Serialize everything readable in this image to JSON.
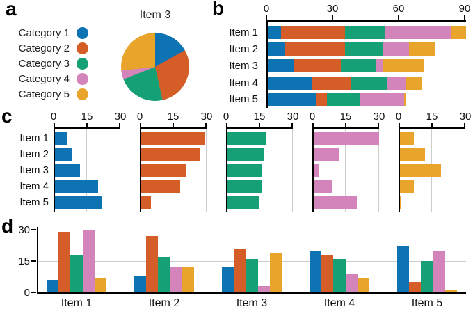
{
  "panels": {
    "a": "a",
    "b": "b",
    "c": "c",
    "d": "d"
  },
  "colors": {
    "category1": "#0e73b2",
    "category2": "#d55e28",
    "category3": "#16a075",
    "category4": "#d384bb",
    "category5": "#e9a52b",
    "axis": "#000000",
    "grid": "#cccccc"
  },
  "legend": {
    "labels": [
      "Category 1",
      "Category 2",
      "Category 3",
      "Category 4",
      "Category 5"
    ],
    "colors": [
      "#0e73b2",
      "#d55e28",
      "#16a075",
      "#d384bb",
      "#e9a52b"
    ]
  },
  "pie": {
    "title": "Item 3"
  },
  "chart_data": [
    {
      "type": "pie",
      "panel": "a",
      "title": "Item 3",
      "labels": [
        "Category 1",
        "Category 2",
        "Category 3",
        "Category 4",
        "Category 5"
      ],
      "values": [
        12,
        21,
        16,
        3,
        19
      ],
      "colors": [
        "#0e73b2",
        "#d55e28",
        "#16a075",
        "#d384bb",
        "#e9a52b"
      ],
      "start_angle": "top",
      "direction": "clockwise",
      "legend_position": "left"
    },
    {
      "type": "bar",
      "subtype": "horizontal-stacked",
      "panel": "b",
      "categories": [
        "Item 1",
        "Item 2",
        "Item 3",
        "Item 4",
        "Item 5"
      ],
      "series": [
        {
          "name": "Category 1",
          "color": "#0e73b2",
          "values": [
            6,
            8,
            12,
            20,
            22
          ]
        },
        {
          "name": "Category 2",
          "color": "#d55e28",
          "values": [
            29,
            27,
            21,
            18,
            5
          ]
        },
        {
          "name": "Category 3",
          "color": "#16a075",
          "values": [
            18,
            17,
            16,
            16,
            15
          ]
        },
        {
          "name": "Category 4",
          "color": "#d384bb",
          "values": [
            30,
            12,
            3,
            9,
            20
          ]
        },
        {
          "name": "Category 5",
          "color": "#e9a52b",
          "values": [
            7,
            12,
            19,
            7,
            1
          ]
        }
      ],
      "xlim": [
        0,
        90
      ],
      "xticks": [
        0,
        30,
        60,
        90
      ],
      "grid": false,
      "axis_position": "top"
    },
    {
      "type": "bar",
      "subtype": "horizontal-small-multiples",
      "panel": "c",
      "categories": [
        "Item 1",
        "Item 2",
        "Item 3",
        "Item 4",
        "Item 5"
      ],
      "charts": [
        {
          "name": "Category 1",
          "color": "#0e73b2",
          "values": [
            6,
            8,
            12,
            20,
            22
          ]
        },
        {
          "name": "Category 2",
          "color": "#d55e28",
          "values": [
            29,
            27,
            21,
            18,
            5
          ]
        },
        {
          "name": "Category 3",
          "color": "#16a075",
          "values": [
            18,
            17,
            16,
            16,
            15
          ]
        },
        {
          "name": "Category 4",
          "color": "#d384bb",
          "values": [
            30,
            12,
            3,
            9,
            20
          ]
        },
        {
          "name": "Category 5",
          "color": "#e9a52b",
          "values": [
            7,
            12,
            19,
            7,
            1
          ]
        }
      ],
      "xlim": [
        0,
        30
      ],
      "xticks": [
        0,
        15,
        30
      ],
      "grid": true,
      "axis_position": "top"
    },
    {
      "type": "bar",
      "subtype": "vertical-grouped",
      "panel": "d",
      "categories": [
        "Item 1",
        "Item 2",
        "Item 3",
        "Item 4",
        "Item 5"
      ],
      "series": [
        {
          "name": "Category 1",
          "color": "#0e73b2",
          "values": [
            6,
            8,
            12,
            20,
            22
          ]
        },
        {
          "name": "Category 2",
          "color": "#d55e28",
          "values": [
            29,
            27,
            21,
            18,
            5
          ]
        },
        {
          "name": "Category 3",
          "color": "#16a075",
          "values": [
            18,
            17,
            16,
            16,
            15
          ]
        },
        {
          "name": "Category 4",
          "color": "#d384bb",
          "values": [
            30,
            12,
            3,
            9,
            20
          ]
        },
        {
          "name": "Category 5",
          "color": "#e9a52b",
          "values": [
            7,
            12,
            19,
            7,
            1
          ]
        }
      ],
      "ylim": [
        0,
        30
      ],
      "yticks": [
        0,
        15,
        30
      ],
      "grid": true
    }
  ]
}
